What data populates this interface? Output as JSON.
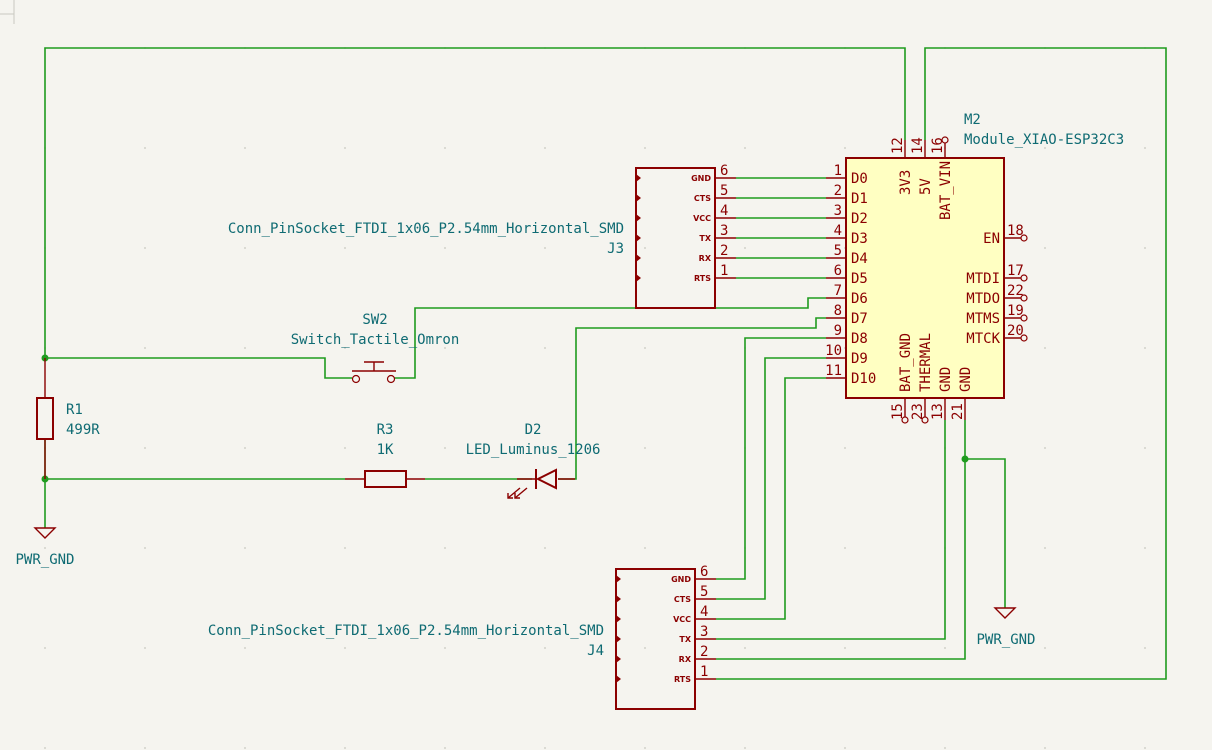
{
  "colors": {
    "background": "#f5f4ef",
    "wire": "#1f9b1f",
    "symbol": "#8b0000",
    "ic_fill": "#ffffc2",
    "label": "#0f6b73"
  },
  "m2": {
    "ref": "M2",
    "value": "Module_XIAO-ESP32C3",
    "left_pins": [
      {
        "num": "1",
        "name": "D0"
      },
      {
        "num": "2",
        "name": "D1"
      },
      {
        "num": "3",
        "name": "D2"
      },
      {
        "num": "4",
        "name": "D3"
      },
      {
        "num": "5",
        "name": "D4"
      },
      {
        "num": "6",
        "name": "D5"
      },
      {
        "num": "7",
        "name": "D6"
      },
      {
        "num": "8",
        "name": "D7"
      },
      {
        "num": "9",
        "name": "D8"
      },
      {
        "num": "10",
        "name": "D9"
      },
      {
        "num": "11",
        "name": "D10"
      }
    ],
    "top_pins": [
      {
        "num": "12",
        "name": "3V3"
      },
      {
        "num": "14",
        "name": "5V"
      },
      {
        "num": "16",
        "name": "BAT_VIN"
      }
    ],
    "right_pins": [
      {
        "num": "18",
        "name": "EN"
      },
      {
        "num": "17",
        "name": "MTDI"
      },
      {
        "num": "22",
        "name": "MTDO"
      },
      {
        "num": "19",
        "name": "MTMS"
      },
      {
        "num": "20",
        "name": "MTCK"
      }
    ],
    "bottom_pins": [
      {
        "num": "15",
        "name": "BAT_GND"
      },
      {
        "num": "23",
        "name": "THERMAL"
      },
      {
        "num": "13",
        "name": "GND"
      },
      {
        "num": "21",
        "name": "GND"
      }
    ]
  },
  "j3": {
    "ref": "J3",
    "value": "Conn_PinSocket_FTDI_1x06_P2.54mm_Horizontal_SMD",
    "pins": [
      {
        "num": "6",
        "name": "GND"
      },
      {
        "num": "5",
        "name": "CTS"
      },
      {
        "num": "4",
        "name": "VCC"
      },
      {
        "num": "3",
        "name": "TX"
      },
      {
        "num": "2",
        "name": "RX"
      },
      {
        "num": "1",
        "name": "RTS"
      }
    ]
  },
  "j4": {
    "ref": "J4",
    "value": "Conn_PinSocket_FTDI_1x06_P2.54mm_Horizontal_SMD",
    "pins": [
      {
        "num": "6",
        "name": "GND"
      },
      {
        "num": "5",
        "name": "CTS"
      },
      {
        "num": "4",
        "name": "VCC"
      },
      {
        "num": "3",
        "name": "TX"
      },
      {
        "num": "2",
        "name": "RX"
      },
      {
        "num": "1",
        "name": "RTS"
      }
    ]
  },
  "sw2": {
    "ref": "SW2",
    "value": "Switch_Tactile_Omron"
  },
  "r1": {
    "ref": "R1",
    "value": "499R"
  },
  "r3": {
    "ref": "R3",
    "value": "1K"
  },
  "d2": {
    "ref": "D2",
    "value": "LED_Luminus_1206"
  },
  "gnd_left": {
    "label": "PWR_GND"
  },
  "gnd_right": {
    "label": "PWR_GND"
  }
}
